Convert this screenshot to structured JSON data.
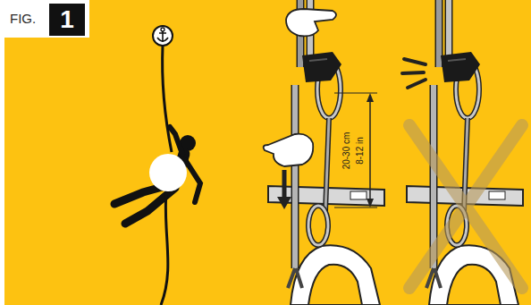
{
  "diagram": {
    "nodes": [
      {
        "text": [
          "1"
        ]
      }
    ],
    "labels": [
      "FIG.",
      "20-30 cm",
      "8-12 in"
    ]
  }
}
